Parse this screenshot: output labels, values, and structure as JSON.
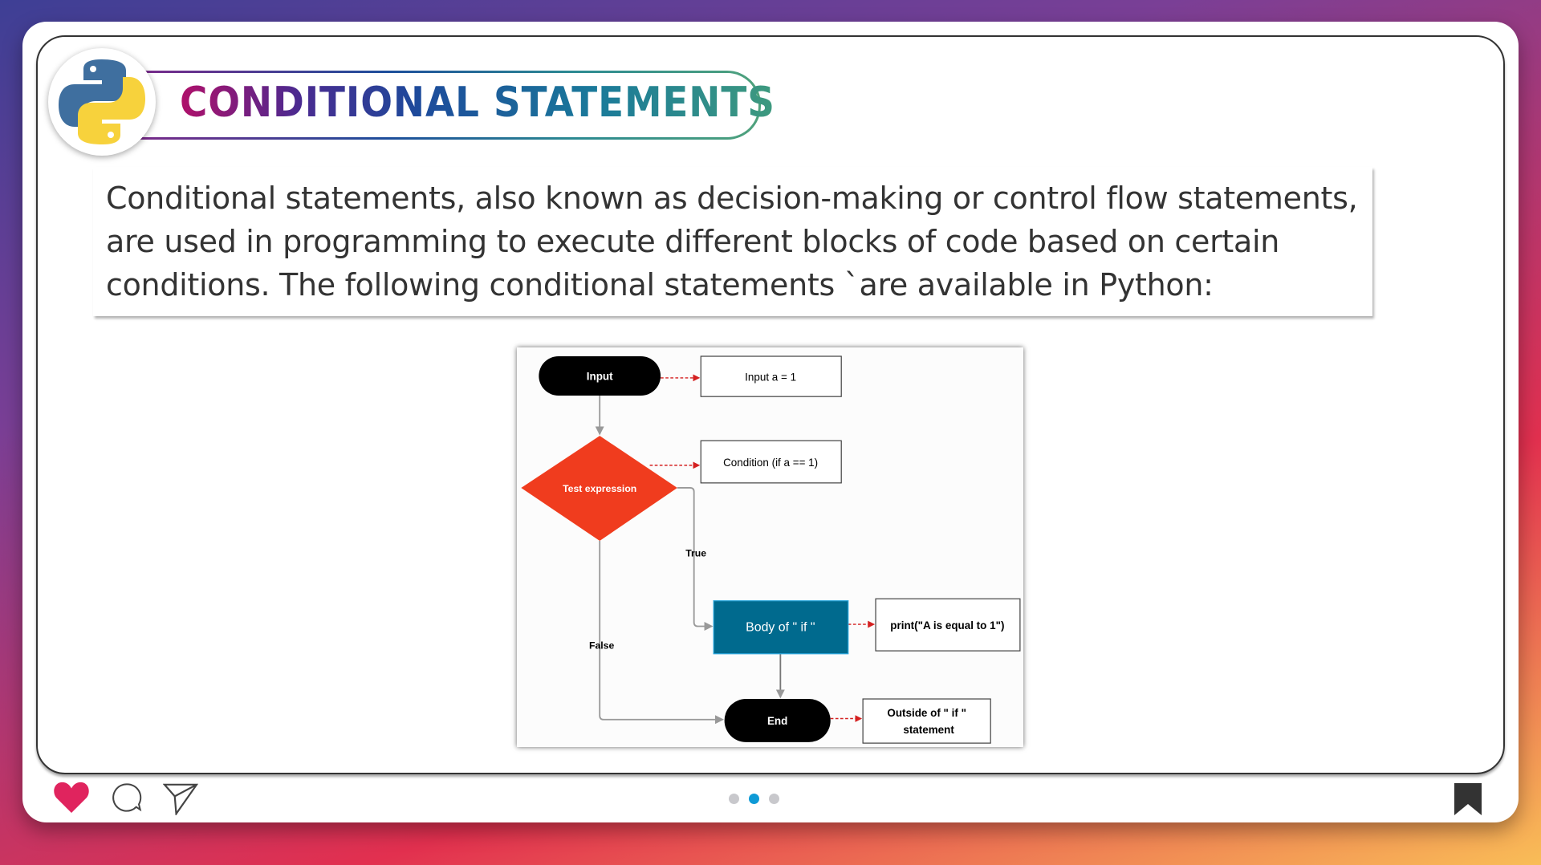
{
  "header": {
    "title": "CONDITIONAL STATEMENTS",
    "logo": "python-logo"
  },
  "intro": {
    "text": "Conditional statements, also known as decision-making or control flow statements, are used in programming to execute different blocks of code based on certain conditions. The following conditional statements `are available in Python:"
  },
  "flowchart": {
    "input": "Input",
    "input_note": "Input a = 1",
    "test": "Test expression",
    "test_note": "Condition (if a == 1)",
    "true_label": "True",
    "false_label": "False",
    "body": "Body of  \" if \"",
    "body_note": "print(\"A is equal to 1\")",
    "end": "End",
    "end_note_1": "Outside of \" if \"",
    "end_note_2": "statement",
    "colors": {
      "decision": "#f03c1e",
      "body": "#006a8e",
      "terminal": "#000000",
      "arrow_dashed": "#d42020"
    }
  },
  "footer": {
    "icons": [
      "heart-icon",
      "comment-icon",
      "send-icon",
      "bookmark-icon"
    ],
    "pagination": {
      "total": 3,
      "active": 2
    },
    "colors": {
      "heart": "#e0245e",
      "active_dot": "#0e9ad6"
    }
  }
}
